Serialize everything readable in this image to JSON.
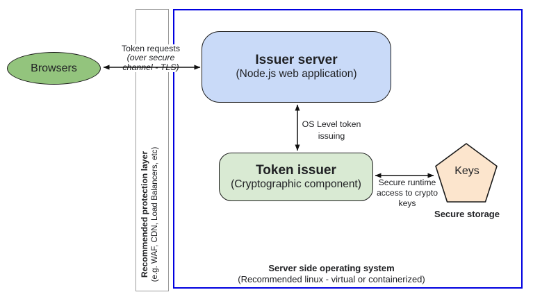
{
  "nodes": {
    "browsers": {
      "label": "Browsers",
      "fill": "#93c47d"
    },
    "issuer_server": {
      "title": "Issuer server",
      "subtitle": "(Node.js web application)",
      "fill": "#c9daf8"
    },
    "token_issuer": {
      "title": "Token issuer",
      "subtitle": "(Cryptographic component)",
      "fill": "#d9ead3"
    },
    "keys": {
      "label": "Keys",
      "fill": "#fce5cd"
    }
  },
  "labels": {
    "token_requests_line1": "Token requests",
    "token_requests_line2": "(over secure channel - TLS)",
    "os_token_issuing": "OS Level token issuing",
    "secure_runtime": "Secure runtime access to crypto keys",
    "secure_storage": "Secure storage",
    "protection_title": "Recommended protection layer",
    "protection_sub": "(e.g. WAF, CDN, Load Balancers, etc)",
    "server_os_title": "Server side operating system",
    "server_os_sub": "(Recommended linux - virtual or containerized)"
  },
  "colors": {
    "os_box_border": "#0000e0",
    "protection_box_border": "#9a9a9a",
    "shape_border": "#1a1a1a",
    "text": "#202124",
    "browsers_fill": "#93c47d",
    "issuer_fill": "#c9daf8",
    "token_fill": "#d9ead3",
    "keys_fill": "#fce5cd"
  }
}
